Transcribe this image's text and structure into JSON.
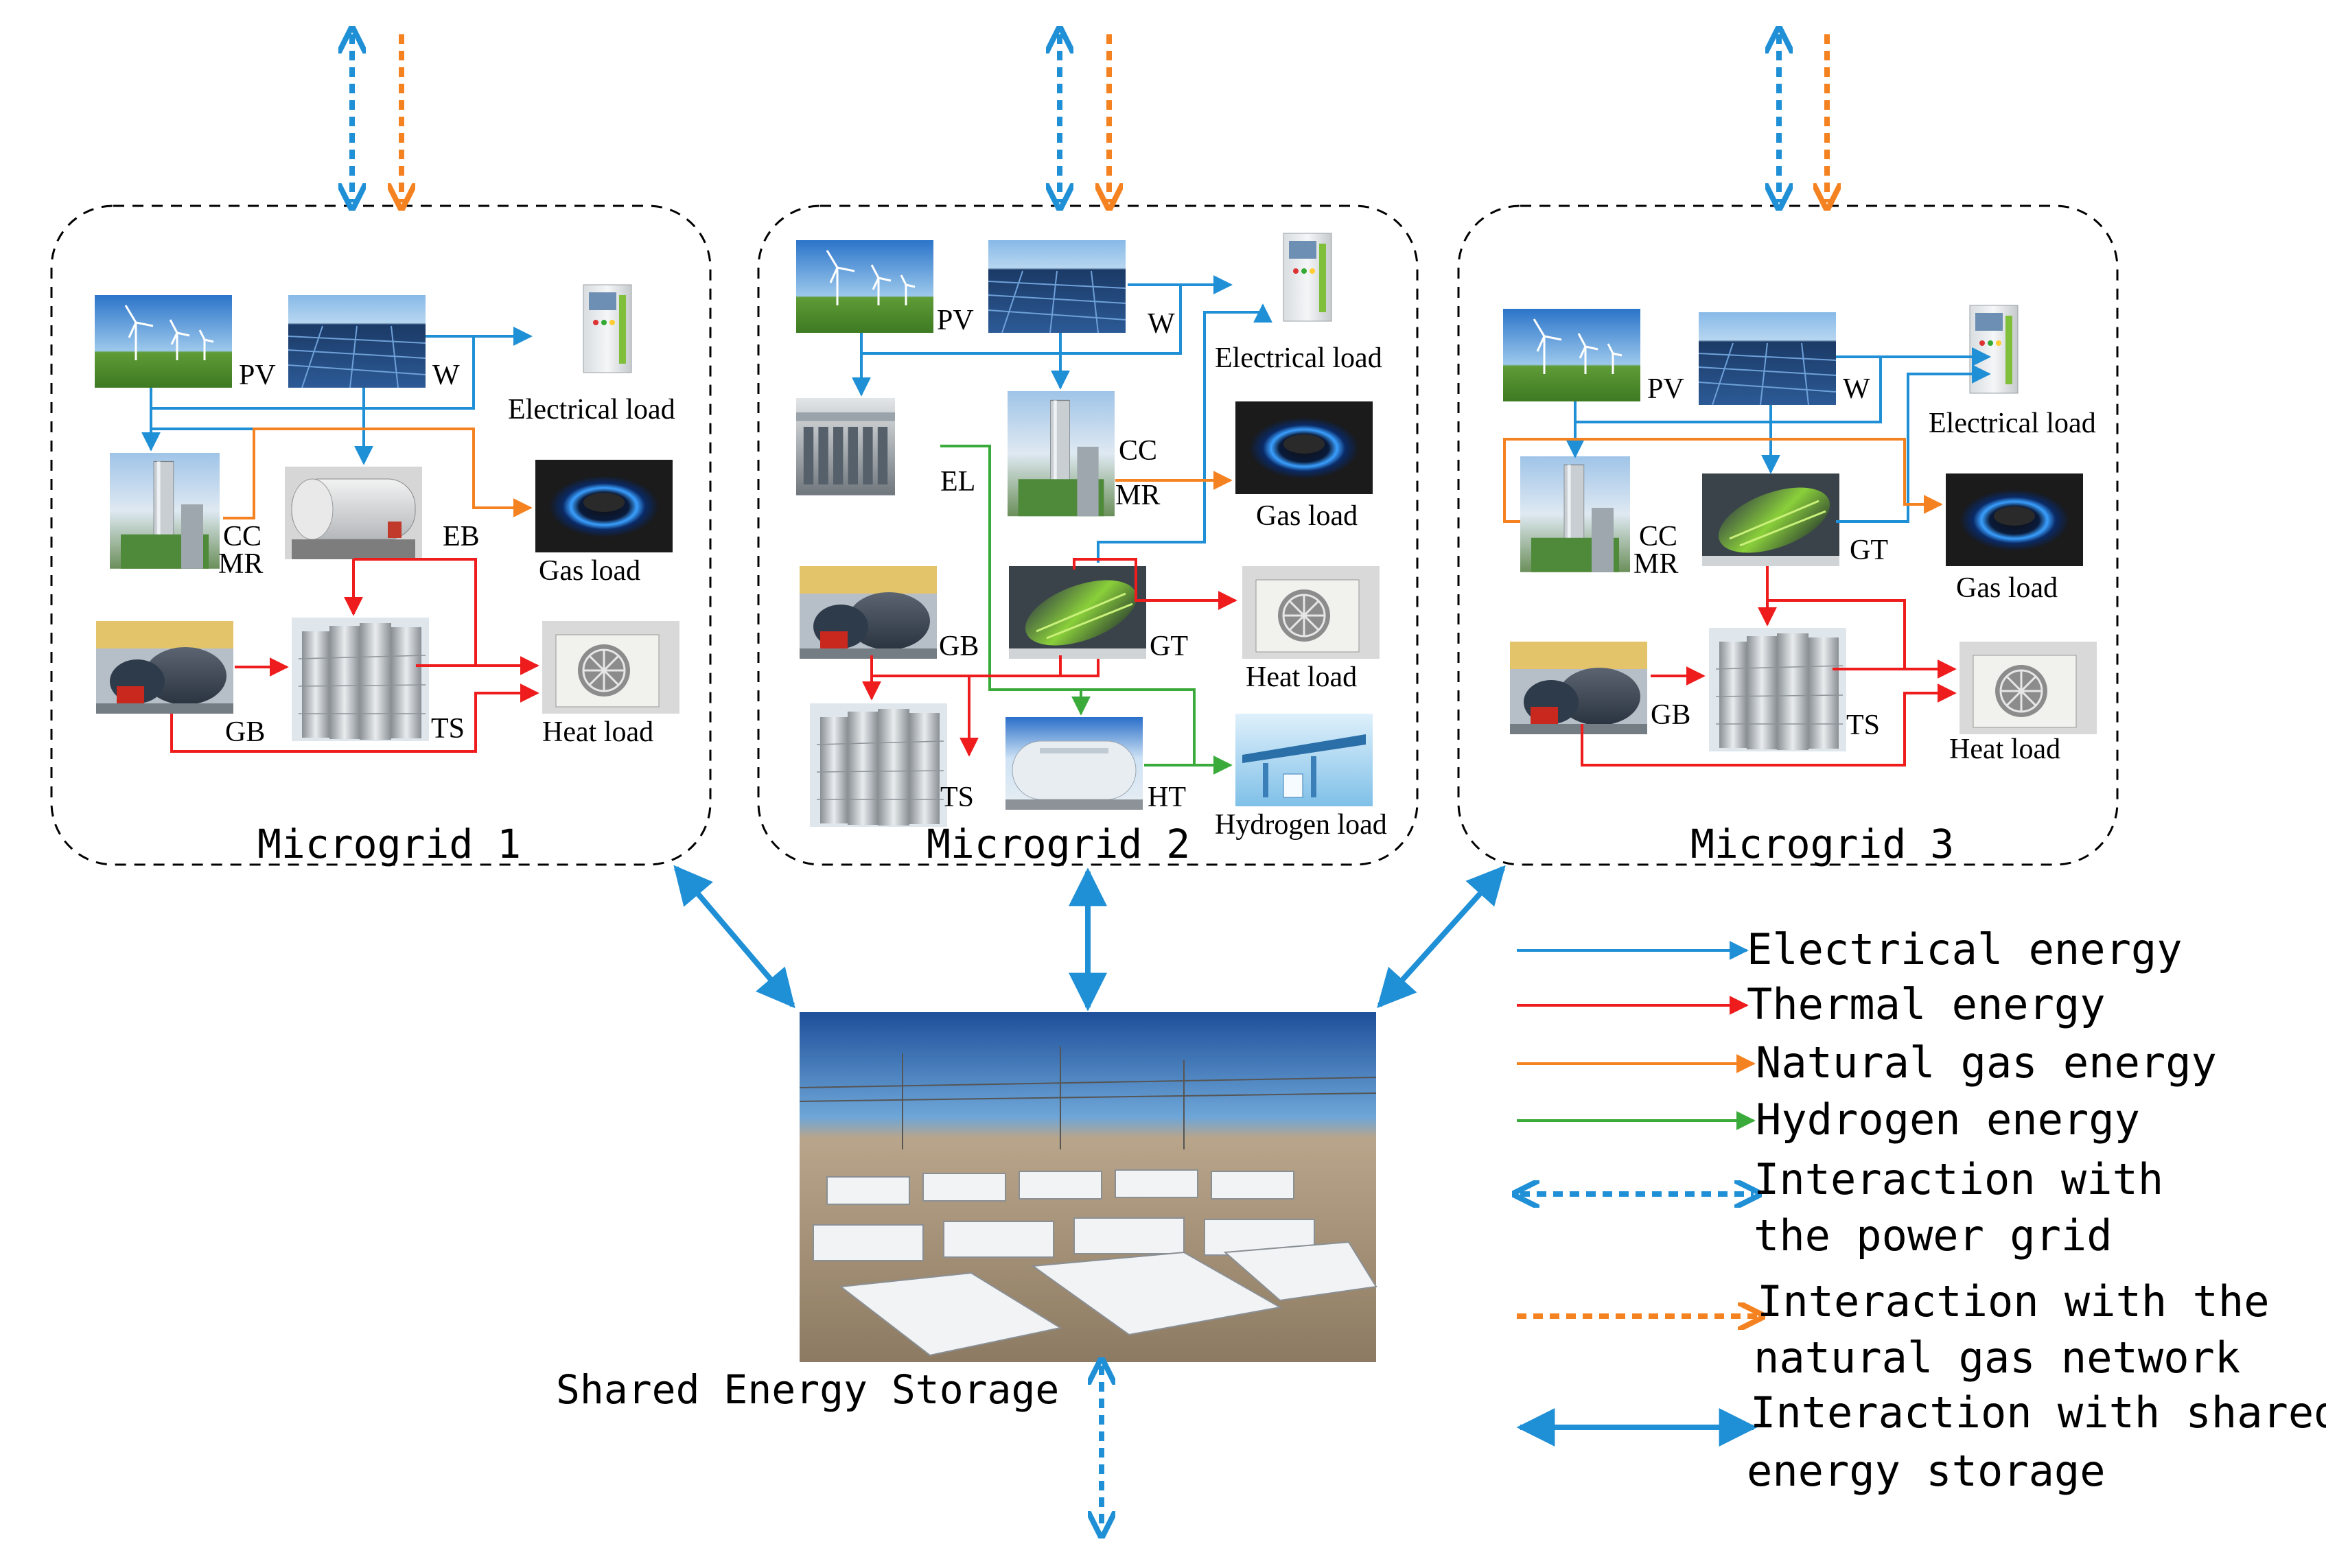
{
  "microgrids": {
    "mg1": {
      "title": "Microgrid 1",
      "labels": {
        "pv": "PV",
        "w": "W",
        "elec": "Electrical load",
        "ccmr_cc": "CC",
        "ccmr_mr": "MR",
        "eb": "EB",
        "gas": "Gas load",
        "gb": "GB",
        "ts": "TS",
        "heat": "Heat load"
      }
    },
    "mg2": {
      "title": "Microgrid 2",
      "labels": {
        "pv": "PV",
        "w": "W",
        "elec": "Electrical load",
        "el": "EL",
        "ccmr_cc": "CC",
        "ccmr_mr": "MR",
        "gas": "Gas load",
        "gb": "GB",
        "gt": "GT",
        "heat": "Heat load",
        "ts": "TS",
        "ht": "HT",
        "hyd": "Hydrogen load"
      }
    },
    "mg3": {
      "title": "Microgrid 3",
      "labels": {
        "pv": "PV",
        "w": "W",
        "elec": "Electrical load",
        "ccmr_cc": "CC",
        "ccmr_mr": "MR",
        "gt": "GT",
        "gas": "Gas load",
        "gb": "GB",
        "ts": "TS",
        "heat": "Heat load"
      }
    }
  },
  "storage": {
    "label": "Shared Energy Storage"
  },
  "legend": {
    "electrical": "Electrical energy",
    "thermal": "Thermal energy",
    "gas": "Natural gas energy",
    "hydrogen": "Hydrogen energy",
    "grid_line1": "Interaction with",
    "grid_line2": "the power grid",
    "gasnet_line1": "Interaction with the",
    "gasnet_line2": "natural gas network",
    "ses_line1": "Interaction with shared",
    "ses_line2": "energy storage"
  },
  "colors": {
    "electrical": "#1f8fd6",
    "thermal": "#ee1c1c",
    "gas": "#f58220",
    "hydrogen": "#3aab3a"
  },
  "icons": {
    "pv": "wind-turbine-field-image",
    "w": "solar-panel-field-image",
    "elec": "electrical-cabinet-image",
    "gas": "gas-burner-image",
    "heat": "air-conditioner-unit-image",
    "ccmr": "methanation-tower-image",
    "eb": "electric-boiler-image",
    "gb": "gas-boiler-image",
    "ts": "thermal-storage-tanks-image",
    "gt": "gas-turbine-image",
    "el": "electrolyzer-image",
    "ht": "hydrogen-tank-image",
    "hyd": "hydrogen-station-image",
    "ses": "battery-container-yard-image"
  }
}
